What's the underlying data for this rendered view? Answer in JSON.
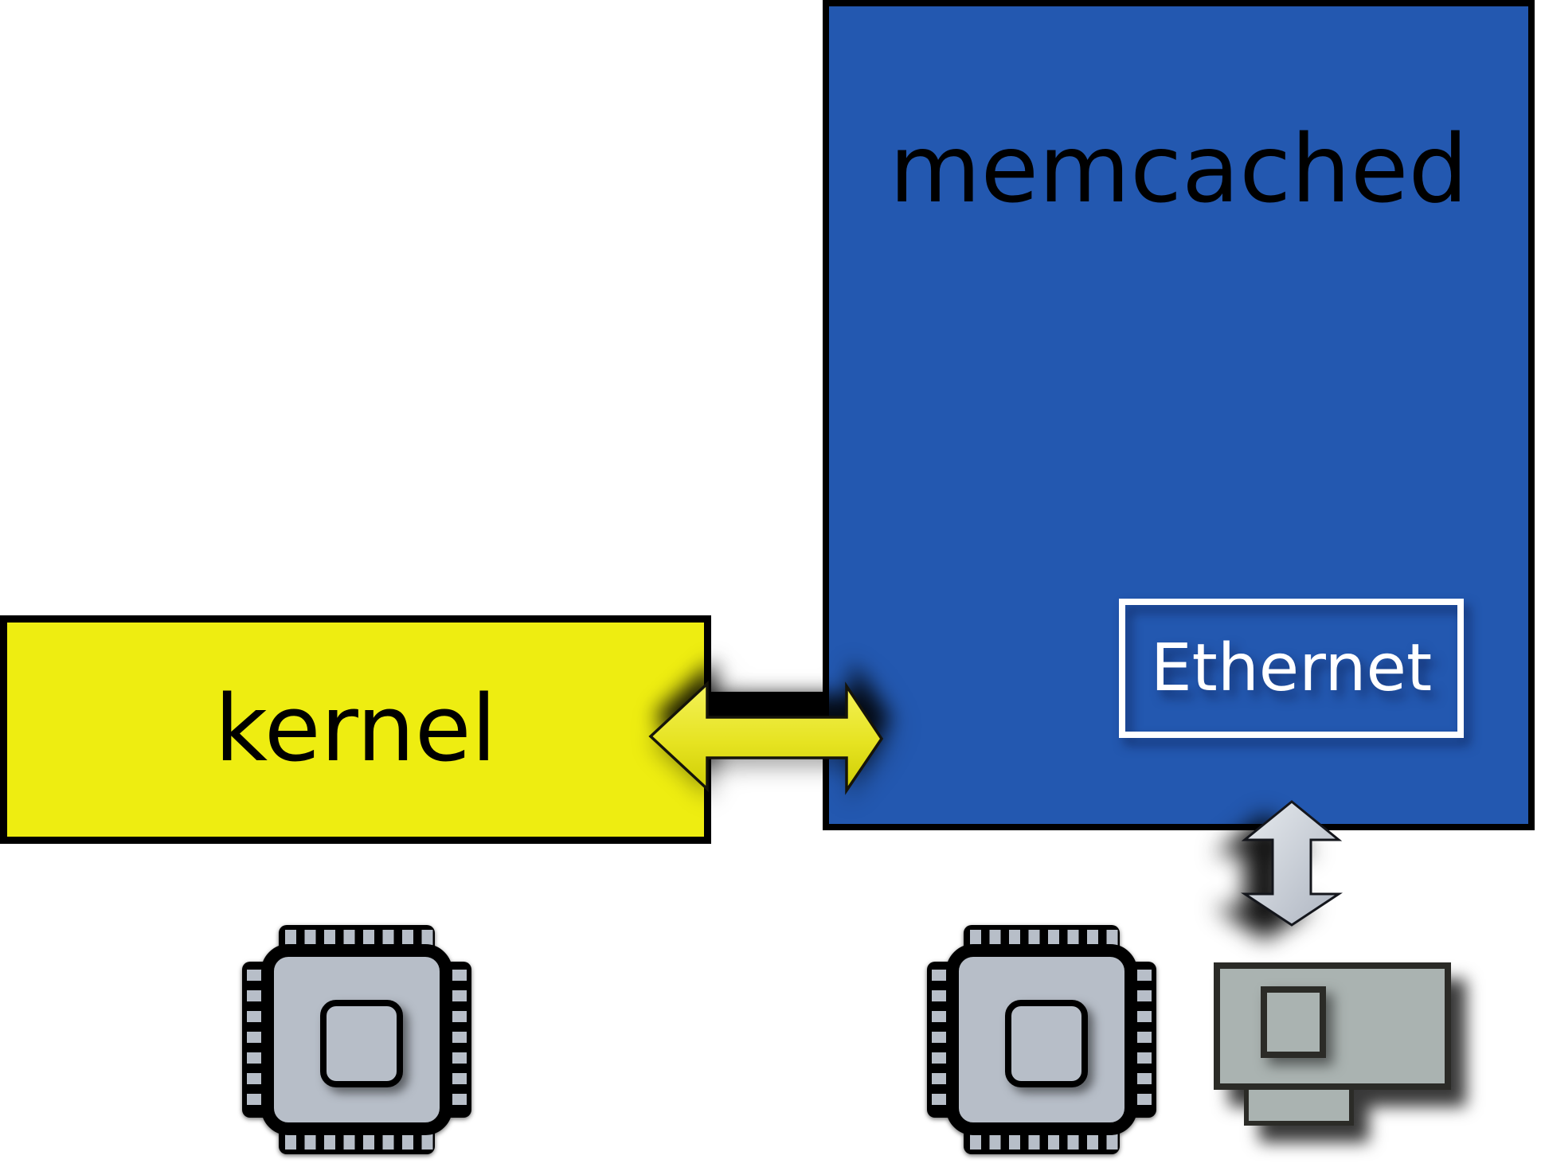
{
  "diagram": {
    "background_color": "#ffffff",
    "boxes": {
      "memcached": {
        "label": "memcached",
        "fill": "#2358b0",
        "border_color": "#000000",
        "text_color": "#000000"
      },
      "kernel": {
        "label": "kernel",
        "fill": "#eeed11",
        "border_color": "#000000",
        "text_color": "#000000"
      },
      "ethernet": {
        "label": "Ethernet",
        "fill": "transparent",
        "border_color": "#ffffff",
        "text_color": "#ffffff"
      }
    },
    "connectors": {
      "kernel_memcached_line": {
        "name": "connector-line",
        "color": "#000000"
      },
      "kernel_memcached_arrow": {
        "name": "horizontal-double-arrow",
        "direction": "bidirectional",
        "fill": "#e8e530",
        "outline": "#15140a"
      },
      "ethernet_nic_arrow": {
        "name": "vertical-double-arrow",
        "direction": "bidirectional",
        "fill": "#c9ced8",
        "outline": "#14161c"
      }
    },
    "icons": [
      {
        "name": "cpu-chip-icon",
        "position": "bottom-left",
        "fill": "#b7bec8",
        "outline": "#000000"
      },
      {
        "name": "cpu-chip-icon",
        "position": "bottom-center",
        "fill": "#b7bec8",
        "outline": "#000000"
      },
      {
        "name": "network-card-icon",
        "position": "bottom-right",
        "fill": "#aab3b1",
        "outline": "#2b2b27"
      }
    ]
  }
}
